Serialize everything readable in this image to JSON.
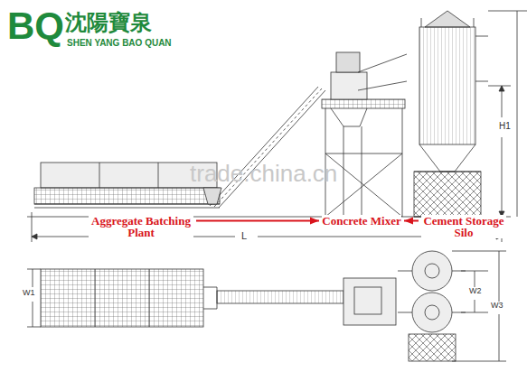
{
  "diagram": {
    "nodes": [
      {
        "text": [
          "Aggregate Batching Plant"
        ]
      },
      {
        "text": [
          "Concrete Mixer"
        ]
      },
      {
        "text": [
          "Cement Storage Silo"
        ]
      }
    ],
    "edges": [
      {
        "from": 0,
        "to": 1,
        "arrow": "to"
      },
      {
        "from": 2,
        "to": 1,
        "arrow": "to"
      }
    ],
    "labels": [
      "BQ",
      "沈陽寶泉",
      "SHEN YANG BAO QUAN",
      "trade.china.cn",
      "L",
      "H1",
      "W1",
      "W2",
      "W3"
    ]
  }
}
